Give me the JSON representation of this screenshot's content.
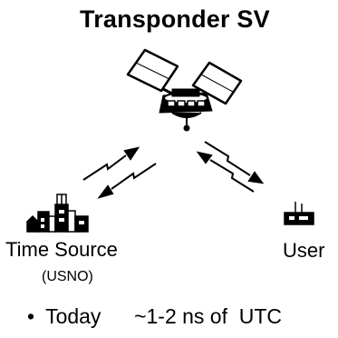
{
  "diagram": {
    "title": "Transponder SV",
    "time_source": {
      "label": "Time Source",
      "sublabel": "(USNO)"
    },
    "user": {
      "label": "User"
    },
    "bullets": [
      {
        "marker": "•",
        "term": "Today",
        "value": "~1-2 ns of  UTC"
      }
    ]
  }
}
